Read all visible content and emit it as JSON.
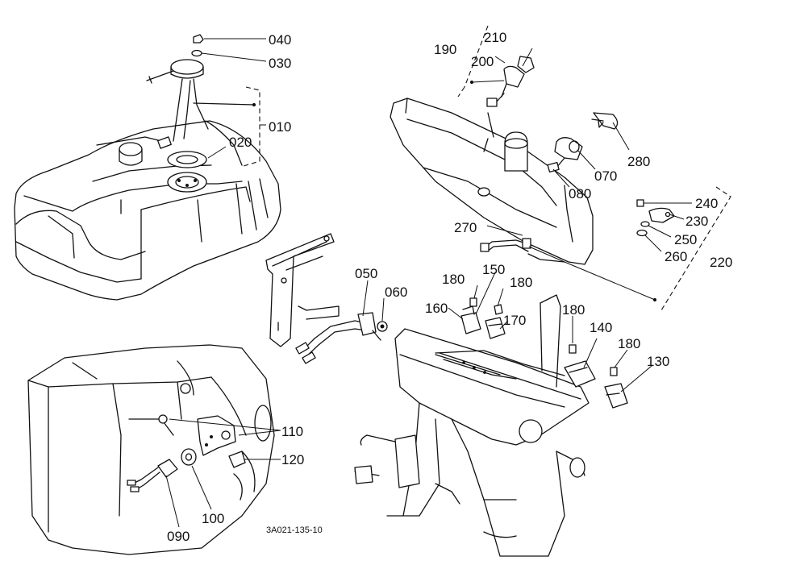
{
  "diagram": {
    "parts": [
      {
        "id": "p040",
        "number": "040"
      },
      {
        "id": "p030",
        "number": "030"
      },
      {
        "id": "p010",
        "number": "010"
      },
      {
        "id": "p020",
        "number": "020"
      },
      {
        "id": "p190",
        "number": "190"
      },
      {
        "id": "p210",
        "number": "210"
      },
      {
        "id": "p200",
        "number": "200"
      },
      {
        "id": "p280",
        "number": "280"
      },
      {
        "id": "p070",
        "number": "070"
      },
      {
        "id": "p080",
        "number": "080"
      },
      {
        "id": "p240",
        "number": "240"
      },
      {
        "id": "p230",
        "number": "230"
      },
      {
        "id": "p250",
        "number": "250"
      },
      {
        "id": "p260",
        "number": "260"
      },
      {
        "id": "p220",
        "number": "220"
      },
      {
        "id": "p270",
        "number": "270"
      },
      {
        "id": "p050",
        "number": "050"
      },
      {
        "id": "p060",
        "number": "060"
      },
      {
        "id": "p150",
        "number": "150"
      },
      {
        "id": "p180a",
        "number": "180"
      },
      {
        "id": "p180b",
        "number": "180"
      },
      {
        "id": "p160",
        "number": "160"
      },
      {
        "id": "p170",
        "number": "170"
      },
      {
        "id": "p180c",
        "number": "180"
      },
      {
        "id": "p140",
        "number": "140"
      },
      {
        "id": "p180d",
        "number": "180"
      },
      {
        "id": "p130",
        "number": "130"
      },
      {
        "id": "p110",
        "number": "110"
      },
      {
        "id": "p120",
        "number": "120"
      },
      {
        "id": "p100",
        "number": "100"
      },
      {
        "id": "p090",
        "number": "090"
      }
    ],
    "drawing_code": "3A021-135-10"
  }
}
